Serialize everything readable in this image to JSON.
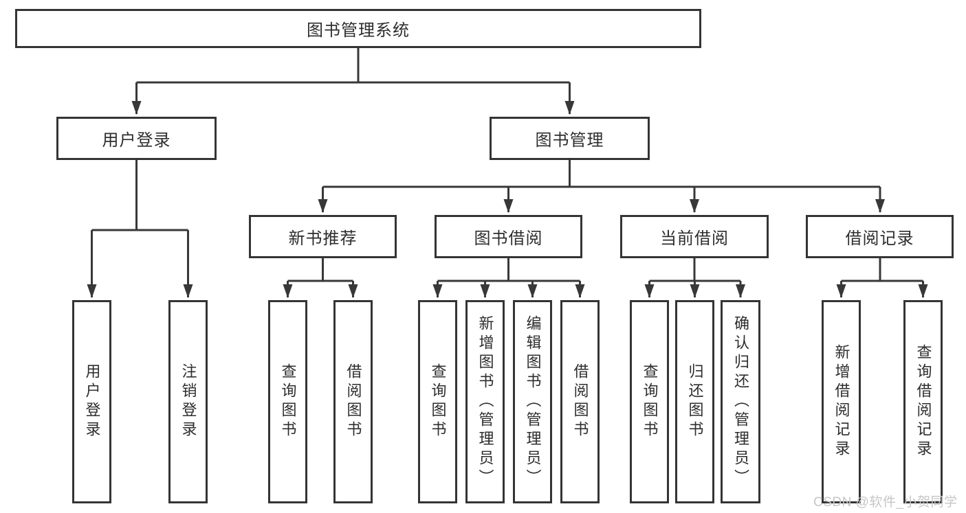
{
  "diagram": {
    "root": "图书管理系统",
    "level2": {
      "user_login": "用户登录",
      "book_management": "图书管理"
    },
    "level3": {
      "new_book_recommend": "新书推荐",
      "book_borrow": "图书借阅",
      "current_borrow": "当前借阅",
      "borrow_record": "借阅记录"
    },
    "leaves": {
      "user_login": "用户登录",
      "logout": "注销登录",
      "recommend_query_book": "查询图书",
      "recommend_borrow_book": "借阅图书",
      "borrow_query_book": "查询图书",
      "borrow_add_book": "新增图书（管理员）",
      "borrow_edit_book": "编辑图书（管理员）",
      "borrow_borrow_book": "借阅图书",
      "current_query_book": "查询图书",
      "current_return_book": "归还图书",
      "current_confirm_return": "确认归还（管理员）",
      "record_add": "新增借阅记录",
      "record_query": "查询借阅记录"
    }
  },
  "watermark": "CSDN @软件_小贺同学",
  "colors": {
    "line": "#383838",
    "box_border": "#343434",
    "text": "#2d2d2d",
    "watermark": "#c6c6c6",
    "background": "#ffffff"
  }
}
